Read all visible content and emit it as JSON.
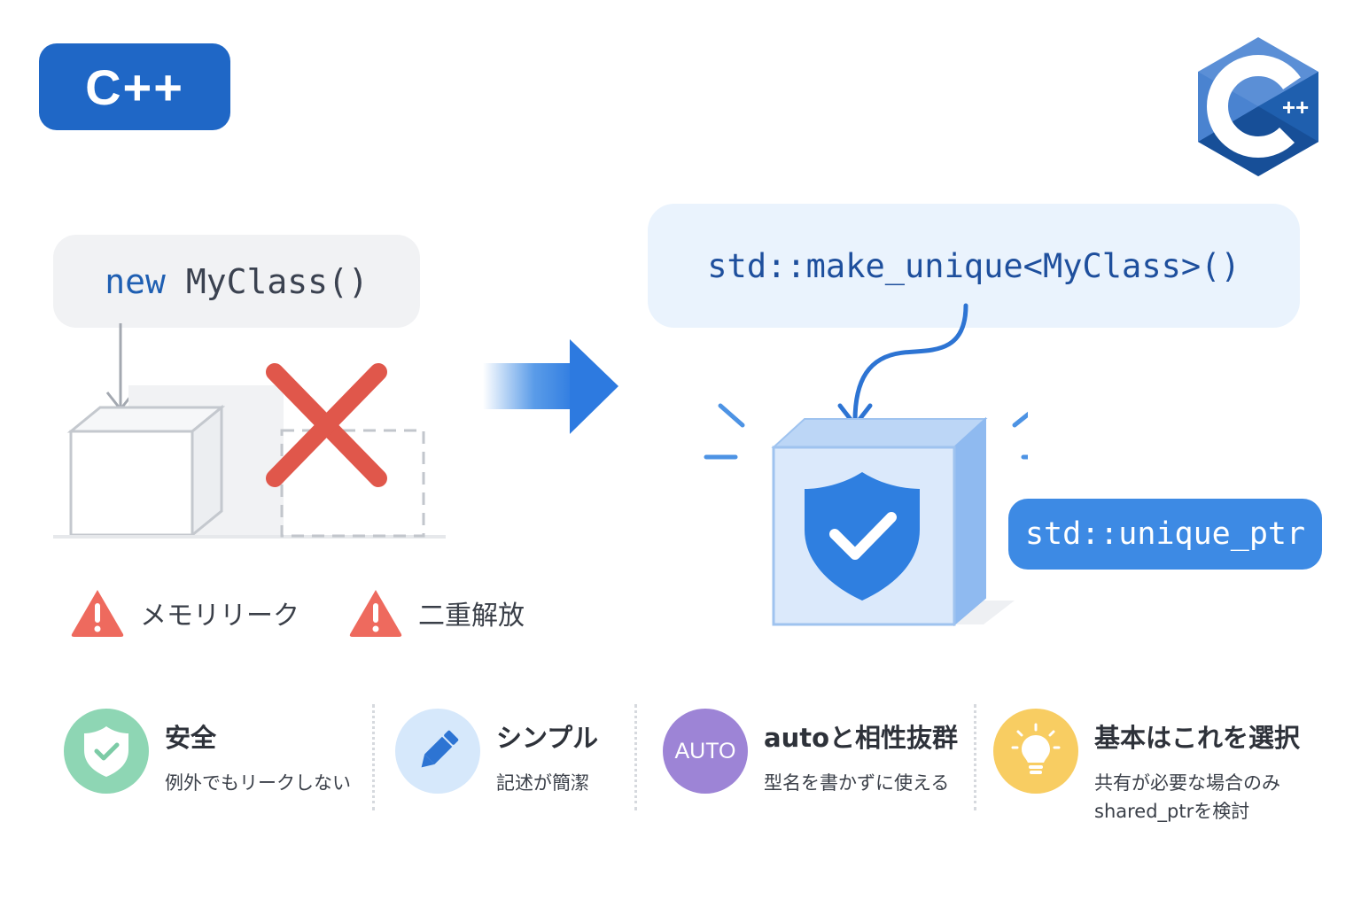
{
  "badge": {
    "label": "C++"
  },
  "logo": {
    "label": "++"
  },
  "old_code": {
    "keyword": "new",
    "call": "MyClass()"
  },
  "new_code": {
    "text": "std::make_unique<MyClass>()"
  },
  "pointer_label": "std::unique_ptr",
  "warnings": [
    {
      "label": "メモリリーク",
      "icon": "warning-icon"
    },
    {
      "label": "二重解放",
      "icon": "warning-icon"
    }
  ],
  "features": [
    {
      "title": "安全",
      "desc": [
        "例外でもリークしない"
      ],
      "icon": "shield-check-icon",
      "color": "#8ed6b4"
    },
    {
      "title": "シンプル",
      "desc": [
        "記述が簡潔"
      ],
      "icon": "pencil-icon",
      "color": "#d6e8fb"
    },
    {
      "title": "autoと相性抜群",
      "desc": [
        "型名を書かずに使える"
      ],
      "icon": "auto-icon",
      "icon_text": "AUTO",
      "color": "#9d84d6"
    },
    {
      "title": "基本はこれを選択",
      "desc": [
        "共有が必要な場合のみ",
        "shared_ptrを検討"
      ],
      "icon": "lightbulb-icon",
      "color": "#f8cd62"
    }
  ],
  "colors": {
    "brand_blue": "#1f67c6",
    "accent_blue": "#3d8ae4",
    "error_red": "#e0574b",
    "warning_red": "#ee6a5e"
  }
}
